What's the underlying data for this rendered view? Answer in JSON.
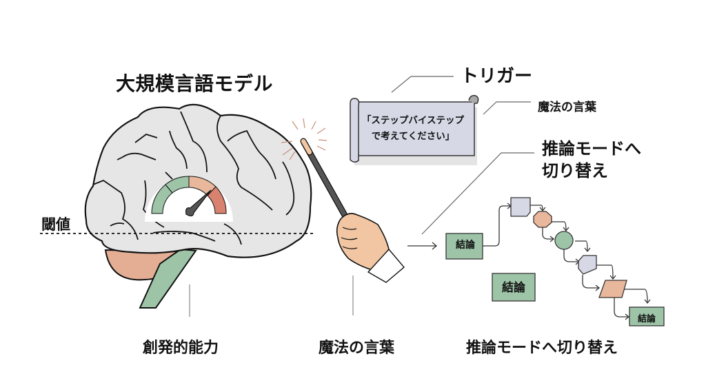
{
  "titles": {
    "llm": "大規模言語モデル",
    "trigger": "トリガー",
    "magic_word_small": "魔法の言葉",
    "switch_top_line1": "推論モードへ",
    "switch_top_line2": "切り替え",
    "threshold": "閾値"
  },
  "scroll": {
    "line1": "「ステップバイステップ",
    "line2": "で考えてください」"
  },
  "flow": {
    "start_box": "結論",
    "middle_box": "結論",
    "end_box": "結論"
  },
  "gauge": {
    "segments": [
      "low",
      "low-mid",
      "mid-high",
      "high"
    ],
    "needle_level": 0.72
  },
  "captions": {
    "emergent": "創発的能力",
    "magic_word": "魔法の言葉",
    "switch_mode": "推論モードへ切り替え"
  },
  "colors": {
    "brain_fill": "#e6e6e6",
    "green": "#9ec4a8",
    "peach": "#e9b79b",
    "salmon": "#d9826f",
    "lavender": "#d6d8e6",
    "wand": "#555555",
    "skin": "#f2c6a2"
  }
}
